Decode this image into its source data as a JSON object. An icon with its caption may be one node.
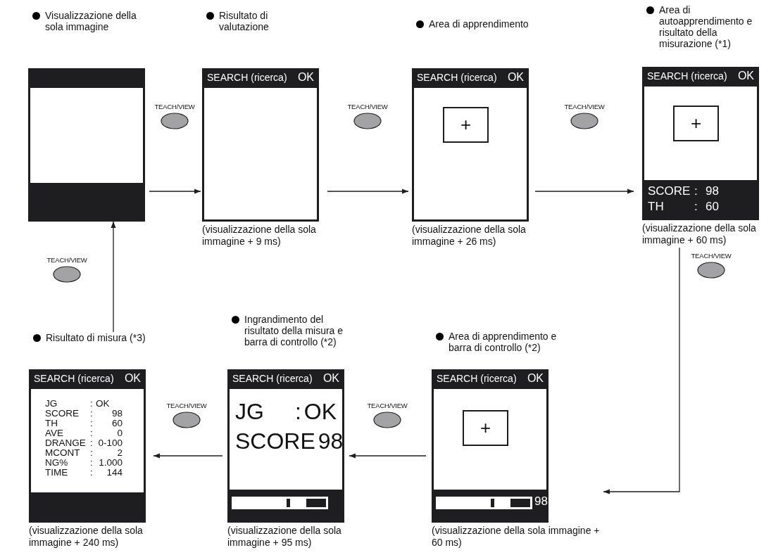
{
  "diagram": {
    "nodes": [
      {
        "text": [
          "Visualizzazione della sola immagine"
        ]
      },
      {
        "text": [
          "Risultato di valutazione",
          "SEARCH (ricerca)",
          "OK"
        ],
        "beside": [
          "(visualizzazione della sola immagine + 9 ms)"
        ]
      },
      {
        "text": [
          "Area di apprendimento",
          "SEARCH (ricerca)",
          "OK"
        ],
        "beside": [
          "(visualizzazione della sola immagine + 26 ms)"
        ]
      },
      {
        "text": [
          "+"
        ],
        "in": 2
      },
      {
        "text": [
          "Area di autoapprendimento e risultato della misurazione (*1)",
          "SEARCH (ricerca)",
          "OK",
          "SCORE",
          ":",
          "98",
          "TH",
          ":",
          "60"
        ],
        "beside": [
          "(visualizzazione della sola immagine + 60 ms)"
        ]
      },
      {
        "text": [
          "+"
        ],
        "in": 4
      },
      {
        "text": [
          "Risultato di misura (*3)",
          "SEARCH (ricerca)",
          "OK",
          "JG",
          ":",
          "OK",
          "SCORE",
          ":",
          "98",
          "TH",
          ":",
          "60",
          "AVE",
          ":",
          "0",
          "DRANGE",
          ":",
          "0-100",
          "MCONT",
          ":",
          "2",
          "NG%",
          ":",
          "1.000",
          "TIME",
          ":",
          "144"
        ],
        "beside": [
          "(visualizzazione della sola immagine + 240 ms)"
        ]
      },
      {
        "text": [
          "Ingrandimento del risultato della misura e barra di controllo (*2)",
          "SEARCH (ricerca)",
          "OK",
          "JG",
          ":",
          "OK",
          "SCORE",
          "98"
        ],
        "beside": [
          "(visualizzazione della sola immagine + 95 ms)"
        ]
      },
      {
        "text": [
          "Area di apprendimento e barra di controllo (*2)",
          "SEARCH (ricerca)",
          "OK",
          "98"
        ],
        "beside": [
          "(visualizzazione della sola immagine + 60 ms)"
        ]
      },
      {
        "text": [
          "+"
        ],
        "in": 8
      }
    ],
    "edges": [
      {
        "from": 0,
        "to": 1,
        "arrow": "to"
      },
      {
        "from": 1,
        "to": 2,
        "arrow": "to"
      },
      {
        "from": 2,
        "to": 4,
        "arrow": "to"
      },
      {
        "from": 4,
        "to": 8,
        "arrow": "to"
      },
      {
        "from": 8,
        "to": 7,
        "arrow": "to"
      },
      {
        "from": 7,
        "to": 6,
        "arrow": "to"
      },
      {
        "from": 6,
        "to": 0,
        "arrow": "to"
      }
    ],
    "labels": [
      "TEACH/VIEW",
      "TEACH/VIEW",
      "TEACH/VIEW",
      "TEACH/VIEW",
      "TEACH/VIEW",
      "TEACH/VIEW",
      "TEACH/VIEW"
    ]
  }
}
